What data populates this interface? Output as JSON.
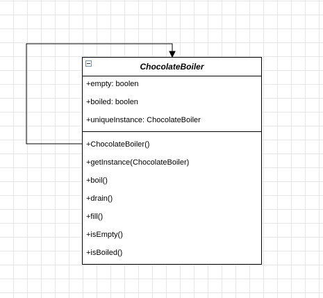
{
  "diagram": {
    "class_name": "ChocolateBoiler",
    "attributes": [
      "+empty: boolen",
      "+boiled: boolen",
      "+uniqueInstance: ChocolateBoiler"
    ],
    "operations": [
      "+ChocolateBoiler()",
      "+getInstance(ChocolateBoiler)",
      "+boil()",
      "+drain()",
      "+fill()",
      "+isEmpty()",
      "+isBoiled()"
    ],
    "connector": {
      "type": "self-association",
      "from": "+ChocolateBoiler()",
      "to": "ChocolateBoiler"
    }
  },
  "colors": {
    "grid": "#e6e6e6",
    "line": "#000000",
    "collapse_icon_border": "#6a8fc9"
  },
  "icons": {
    "collapse": "minus-box-icon"
  }
}
